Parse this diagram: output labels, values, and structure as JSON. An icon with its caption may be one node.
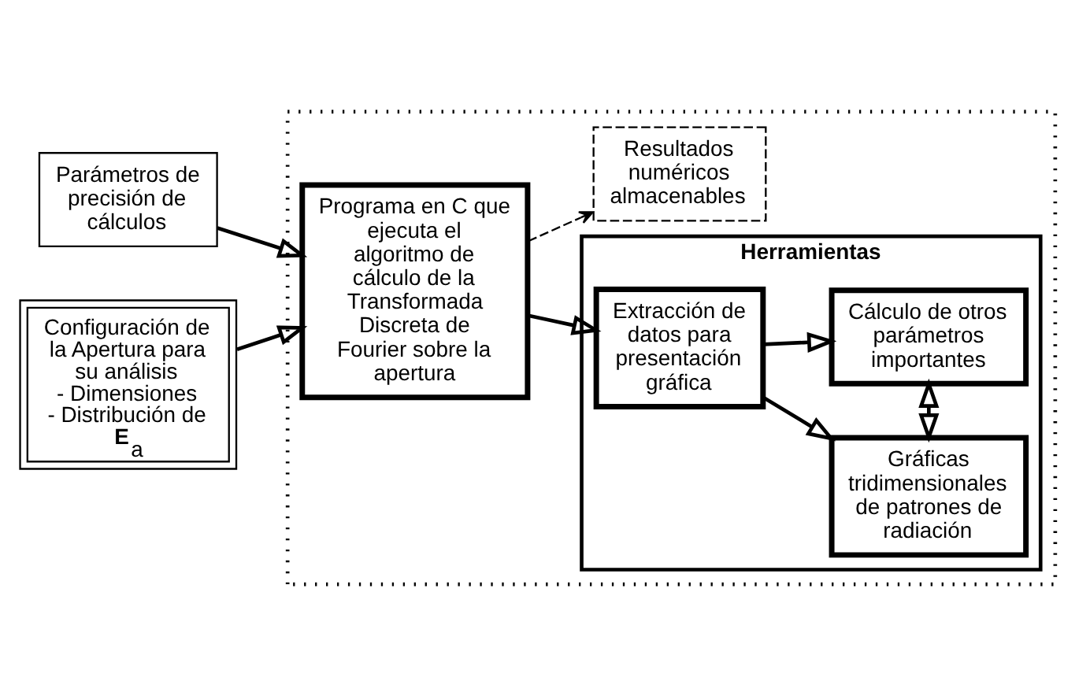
{
  "diagram": {
    "nodes": [
      {
        "text": [
          "Parámetros de precisión de cálculos"
        ]
      },
      {
        "text": [
          "Configuración de la Apertura para su análisis",
          "- Dimensiones",
          "- Distribución de **E**$_{a}$"
        ]
      },
      {
        "text": [],
        "shape": "box"
      },
      {
        "text": [
          "Programa en C que ejecuta el algoritmo de cálculo de la Transformada Discreta de Fourier sobre la apertura"
        ],
        "in": 2
      },
      {
        "text": [
          "Herramientas"
        ],
        "in": 2
      },
      {
        "text": [
          "Extracción de datos para presentación gráfica"
        ],
        "in": 4
      },
      {
        "text": [
          "Gráficas tridimensionales de patrones de radiación"
        ],
        "in": 4
      },
      {
        "text": [
          "Cálculo de otros parámetros importantes"
        ],
        "in": 4
      },
      {
        "text": [
          "Resultados numéricos almacenables"
        ],
        "in": 2
      }
    ],
    "edges": [
      {
        "from": 0,
        "to": 3,
        "arrow": "to"
      },
      {
        "from": 1,
        "to": 3,
        "arrow": "to"
      },
      {
        "from": 3,
        "to": 5,
        "arrow": "to"
      },
      {
        "from": 3,
        "to": 8,
        "arrow": "to",
        "style": "dashed"
      },
      {
        "from": 5,
        "to": 6,
        "arrow": "to"
      },
      {
        "from": 5,
        "to": 7,
        "arrow": "to"
      },
      {
        "from": 6,
        "to": 7,
        "arrow": "both"
      }
    ]
  }
}
